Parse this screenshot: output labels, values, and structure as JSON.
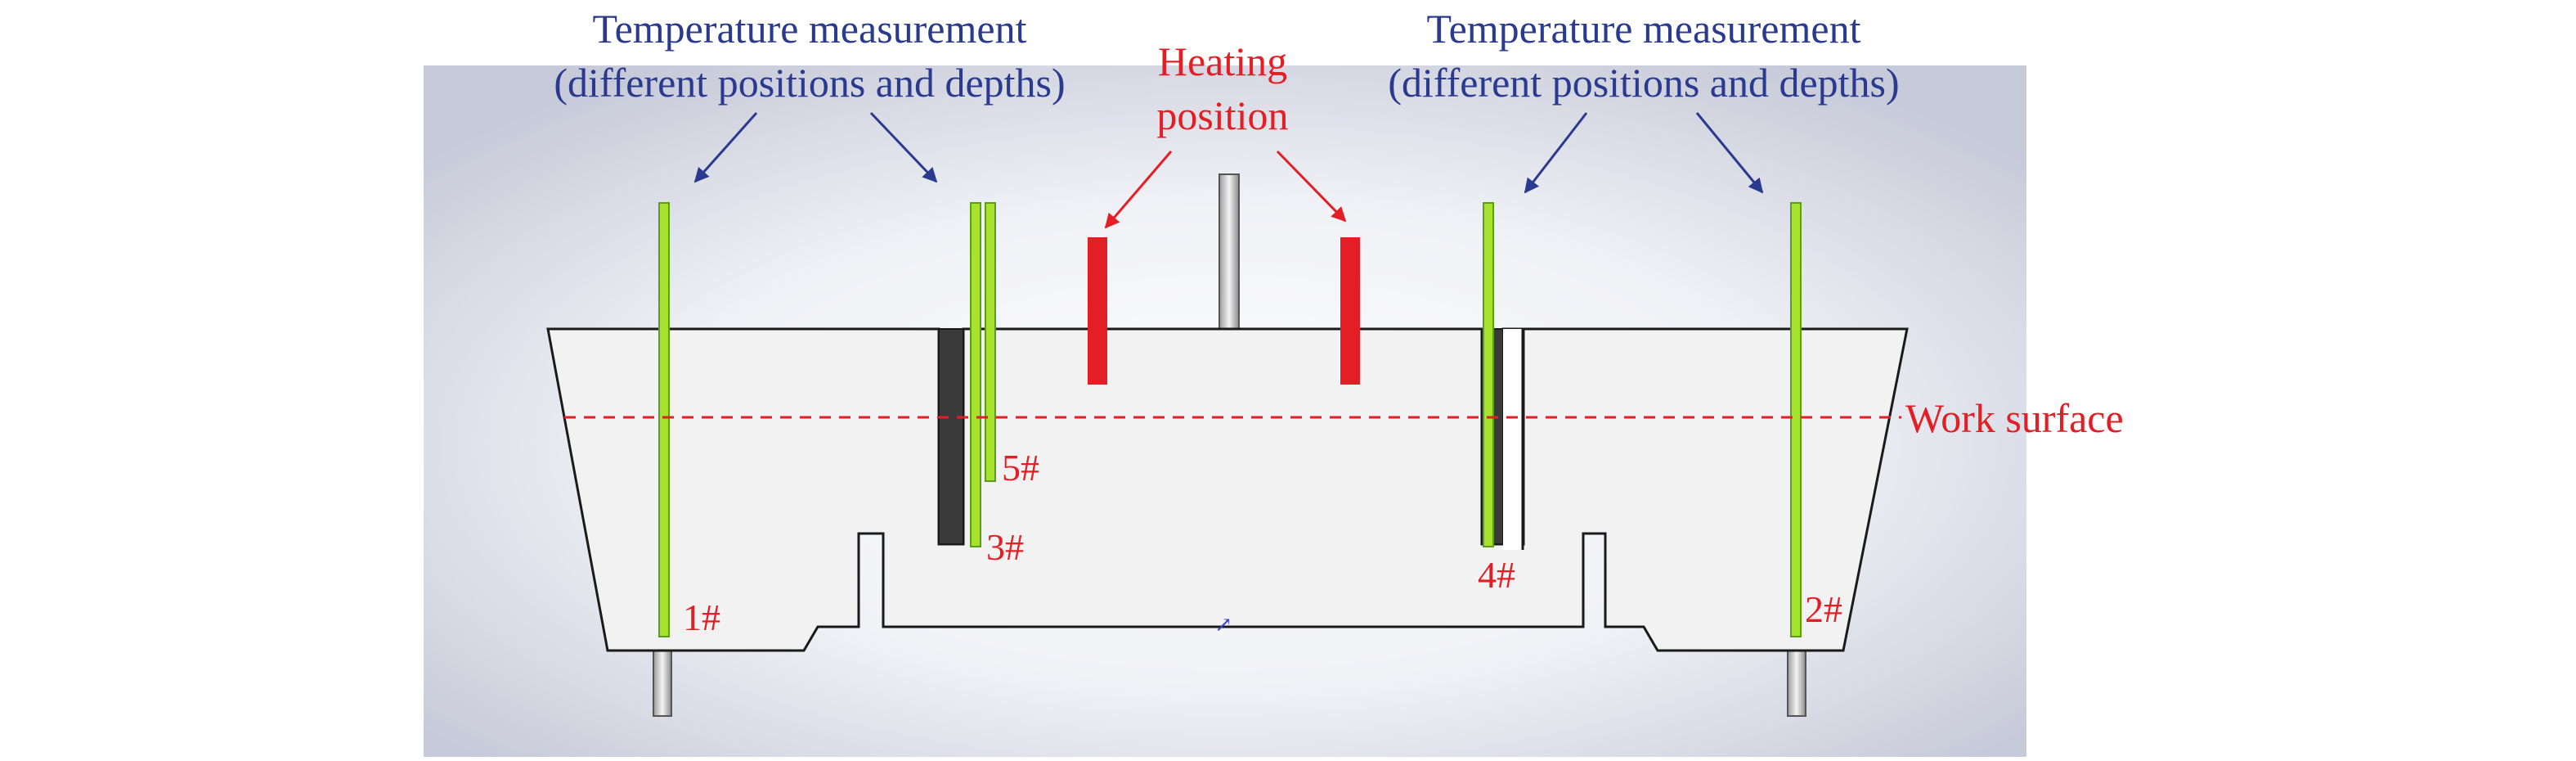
{
  "labels": {
    "temp_left_line1": "Temperature measurement",
    "temp_left_line2": "(different positions and depths)",
    "temp_right_line1": "Temperature measurement",
    "temp_right_line2": "(different positions and depths)",
    "heating_line1": "Heating",
    "heating_line2": "position",
    "work_surface": "Work surface"
  },
  "probes": [
    {
      "id": "1#"
    },
    {
      "id": "2#"
    },
    {
      "id": "3#"
    },
    {
      "id": "4#"
    },
    {
      "id": "5#"
    }
  ],
  "colors": {
    "probe": "#a6e22e",
    "probe_edge": "#5a9e1a",
    "heater": "#e31e24",
    "label_blue": "#2a3a8f",
    "label_red": "#e31e24",
    "body": "#f2f2f2",
    "outline": "#1a1a1a"
  }
}
